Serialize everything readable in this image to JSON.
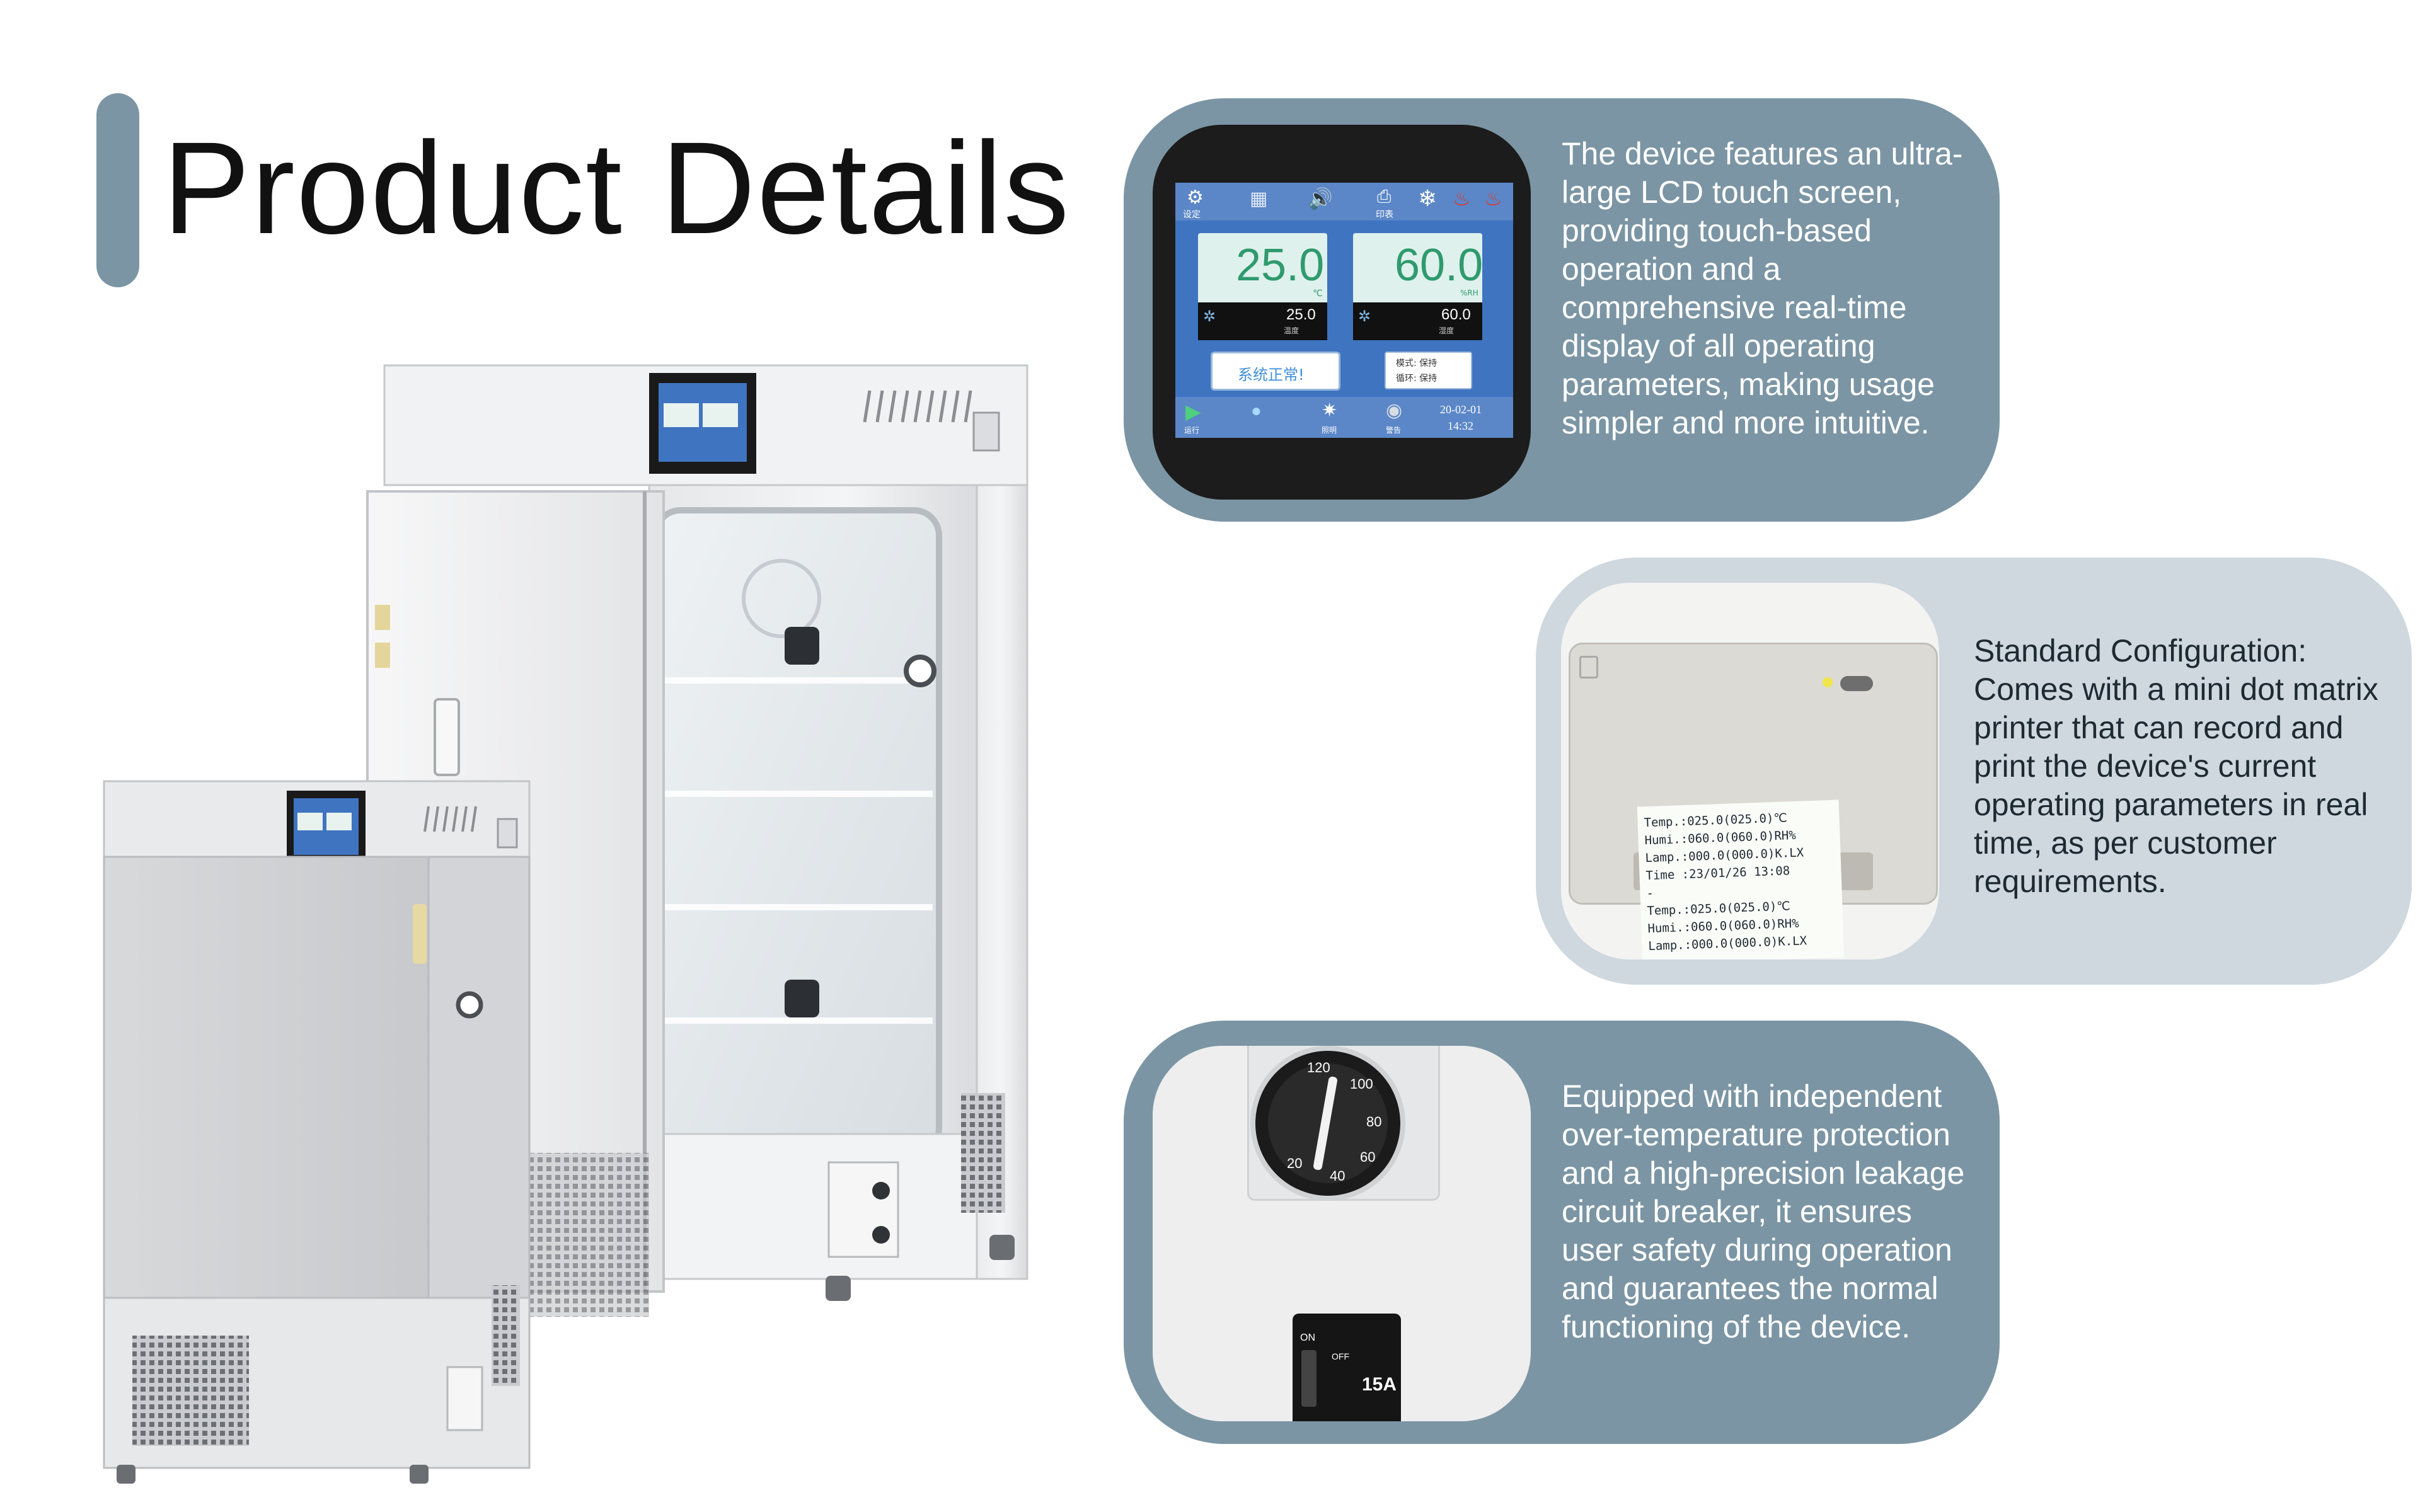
{
  "header": {
    "title": "Product Details"
  },
  "features": [
    {
      "icon": "lcd-touch-screen-image",
      "text": "The device features an ultra-large LCD touch screen, providing touch-based operation and a comprehensive real-time display of all operating parameters, making usage simpler and more intuitive."
    },
    {
      "icon": "mini-printer-image",
      "text": "Standard Configuration: Comes with a mini dot matrix printer that can record and print the device's current operating parameters in real time, as per customer requirements."
    },
    {
      "icon": "over-temperature-dial-image",
      "text": "Equipped with independent over-temperature protection and a high-precision leakage circuit breaker, it ensures user safety during operation and guarantees the normal functioning of the device."
    }
  ],
  "screen": {
    "temperature": "25.0",
    "temperature_unit": "℃",
    "temperature_set": "25.0",
    "temperature_label": "温度",
    "humidity": "60.0",
    "humidity_unit": "%RH",
    "humidity_set": "60.0",
    "humidity_label": "湿度",
    "status": "系统正常!",
    "mode_1": "模式: 保持",
    "mode_2": "循环: 保持",
    "date": "20-02-01",
    "time": "14:32",
    "btn_settings": "设定",
    "btn_print": "印表",
    "btn_run": "运行",
    "btn_light": "照明",
    "btn_alarm": "警告"
  },
  "printout": {
    "lines": [
      "Temp.:025.0(025.0)℃",
      "Humi.:060.0(060.0)RH%",
      "Lamp.:000.0(000.0)K.LX",
      "Time :23/01/26 13:08",
      "-",
      "Temp.:025.0(025.0)℃",
      "Humi.:060.0(060.0)RH%",
      "Lamp.:000.0(000.0)K.LX"
    ]
  },
  "dial": {
    "ticks": [
      "120",
      "100",
      "80",
      "60",
      "40",
      "20"
    ],
    "breaker_rating": "15A",
    "breaker_off": "OFF",
    "breaker_on": "ON"
  },
  "colors": {
    "accent": "#7b95a4",
    "light_card": "#ced8de",
    "screen_blue": "#3f74c1",
    "readout_green": "#2f9a6e"
  }
}
